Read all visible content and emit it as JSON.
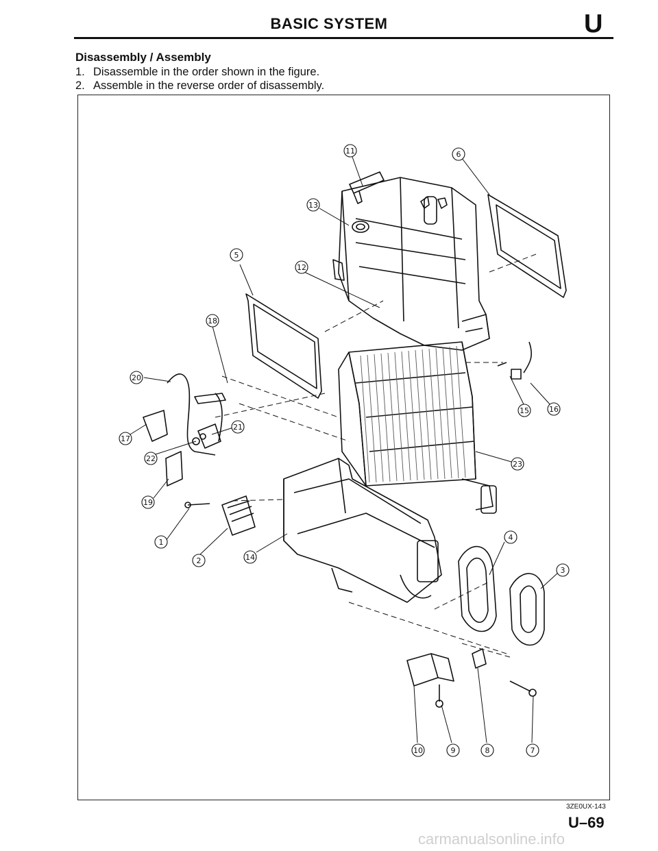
{
  "header": {
    "title": "BASIC SYSTEM",
    "section_letter": "U"
  },
  "section": {
    "heading": "Disassembly / Assembly",
    "steps": [
      {
        "number": "1.",
        "text": "Disassemble in the order shown in the figure."
      },
      {
        "number": "2.",
        "text": "Assemble in the reverse order of disassembly."
      }
    ]
  },
  "figure": {
    "callouts": [
      "1",
      "2",
      "3",
      "4",
      "5",
      "6",
      "7",
      "8",
      "9",
      "10",
      "11",
      "12",
      "13",
      "14",
      "15",
      "16",
      "17",
      "18",
      "19",
      "20",
      "21",
      "22",
      "23"
    ],
    "code": "3ZE0UX-143"
  },
  "footer": {
    "page_number": "U–69",
    "watermark": "carmanualsonline.info"
  }
}
